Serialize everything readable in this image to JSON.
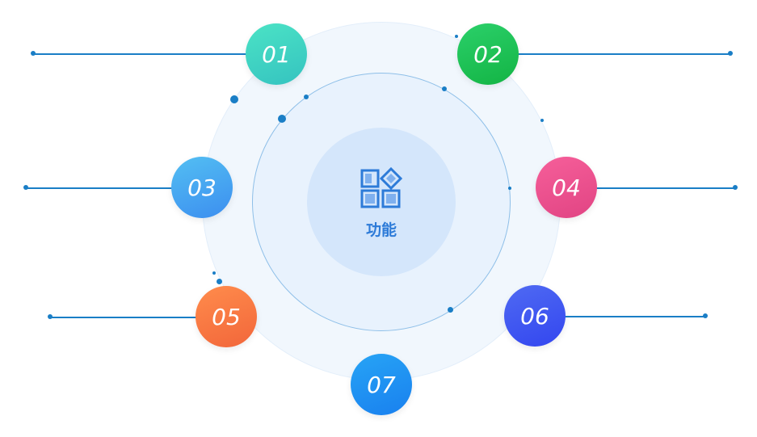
{
  "diagram": {
    "center": {
      "label": "功能",
      "icon": "grid-apps-icon",
      "color": "#2d7bd8"
    },
    "nodes": [
      {
        "id": "01",
        "color": "#3fd3c3"
      },
      {
        "id": "02",
        "color": "#1ebf55"
      },
      {
        "id": "03",
        "color": "#4aa8f1"
      },
      {
        "id": "04",
        "color": "#ea4f8d"
      },
      {
        "id": "05",
        "color": "#f77840"
      },
      {
        "id": "06",
        "color": "#3d55f0"
      },
      {
        "id": "07",
        "color": "#1f91f1"
      }
    ],
    "connector_color": "#1a7ec6"
  }
}
